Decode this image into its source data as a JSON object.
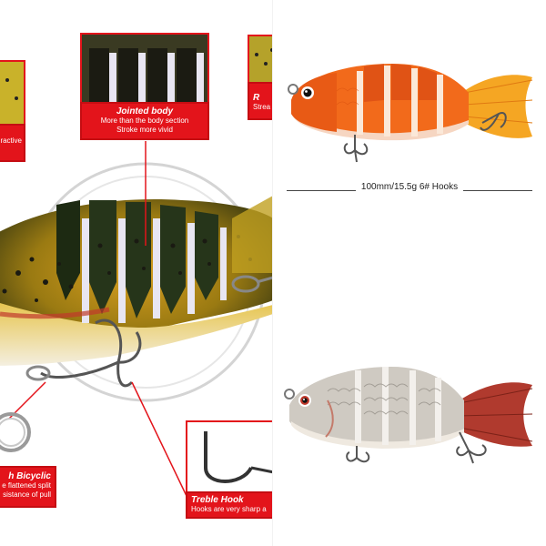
{
  "callouts": {
    "jointed": {
      "title": "Jointed body",
      "lines": [
        "More than the body section",
        "Stroke more vivid"
      ]
    },
    "top_right": {
      "title": "R",
      "lines": [
        "Strea"
      ]
    },
    "left_edge": {
      "lines": [
        "ractive"
      ]
    },
    "bicyclic": {
      "title": "h Bicyclic",
      "lines": [
        "e flattened split",
        "sistance of pull"
      ]
    },
    "treble": {
      "title": "Treble Hook",
      "lines": [
        "Hooks are very sharp a"
      ]
    }
  },
  "spec": {
    "text": "100mm/15.5g  6# Hooks"
  },
  "colors": {
    "accent_red": "#e3141b",
    "lure_orange": "#f26a1b",
    "lure_tail_red": "#b03a2e"
  }
}
